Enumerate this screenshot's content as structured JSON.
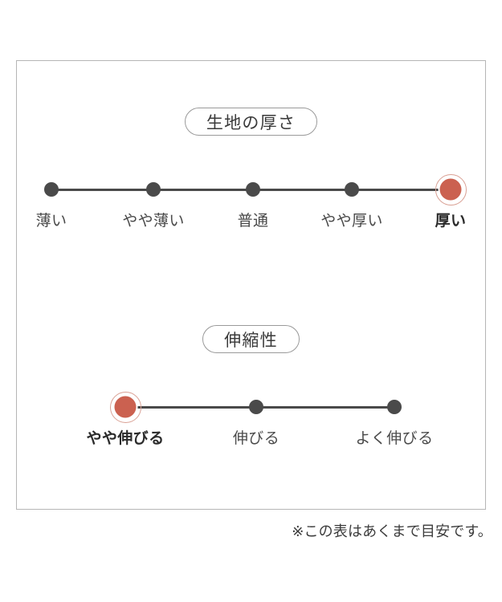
{
  "chart_data": {
    "type": "scale",
    "title": "",
    "sections": [
      {
        "id": "thickness",
        "title": "生地の厚さ",
        "steps": [
          "薄い",
          "やや薄い",
          "普通",
          "やや厚い",
          "厚い"
        ],
        "selected_index": 4,
        "selected_value": "厚い",
        "step_count": 5
      },
      {
        "id": "stretch",
        "title": "伸縮性",
        "steps": [
          "やや伸びる",
          "伸びる",
          "よく伸びる"
        ],
        "selected_index": 0,
        "selected_value": "やや伸びる",
        "step_count": 3
      }
    ]
  },
  "footnote": "※この表はあくまで目安です。",
  "colors": {
    "selected_marker": "#cb6150",
    "selected_ring": "#d9a094",
    "node": "#4a4a4a",
    "line": "#4a4a4a",
    "frame_border": "#b6b6b6",
    "pill_border": "#9a9a9a",
    "text": "#4a4a4a",
    "background": "#ffffff"
  }
}
